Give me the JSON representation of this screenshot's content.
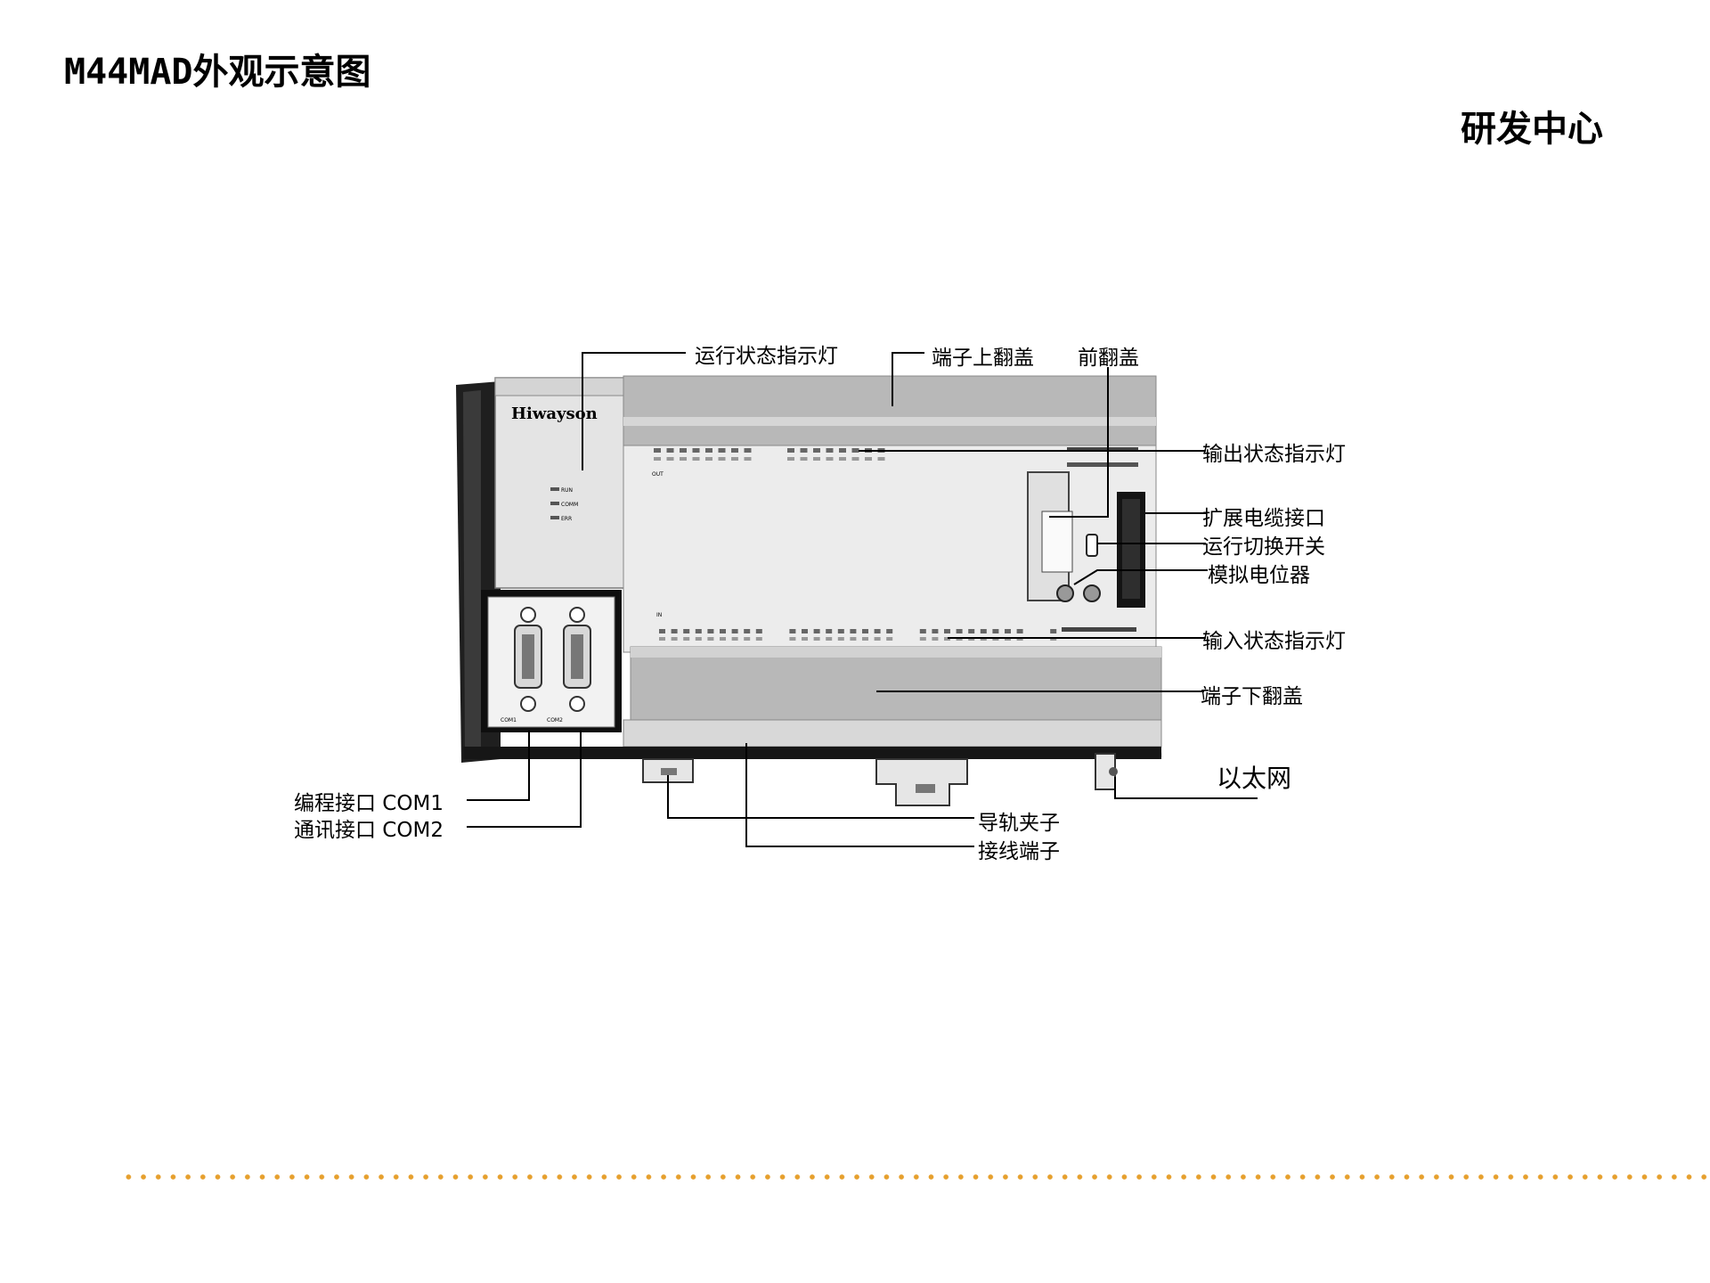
{
  "header": {
    "title": "M44MAD外观示意图",
    "department": "研发中心"
  },
  "device": {
    "brand": "Hiwayson",
    "status_leds": [
      "RUN",
      "COMM",
      "ERR"
    ],
    "port_labels": [
      "COM1",
      "COM2"
    ],
    "output_group_label": "OUT",
    "input_group_label": "IN",
    "output_led_count": 16,
    "input_led_count": 28
  },
  "callouts": {
    "run_status_led": "运行状态指示灯",
    "terminal_top_cover": "端子上翻盖",
    "front_cover": "前翻盖",
    "output_status_led": "输出状态指示灯",
    "expansion_port": "扩展电缆接口",
    "run_switch": "运行切换开关",
    "analog_pot": "模拟电位器",
    "input_status_led": "输入状态指示灯",
    "terminal_bottom_cover": "端子下翻盖",
    "ethernet": "以太网",
    "program_port": "编程接口 COM1",
    "comm_port": "通讯接口 COM2",
    "din_rail_clip": "导轨夹子",
    "wiring_terminal": "接线端子"
  },
  "colors": {
    "footer_dots": "#e6a02e",
    "panel_light": "#ececec",
    "panel_mid": "#bdbdbd",
    "panel_dark": "#1a1a1a"
  }
}
